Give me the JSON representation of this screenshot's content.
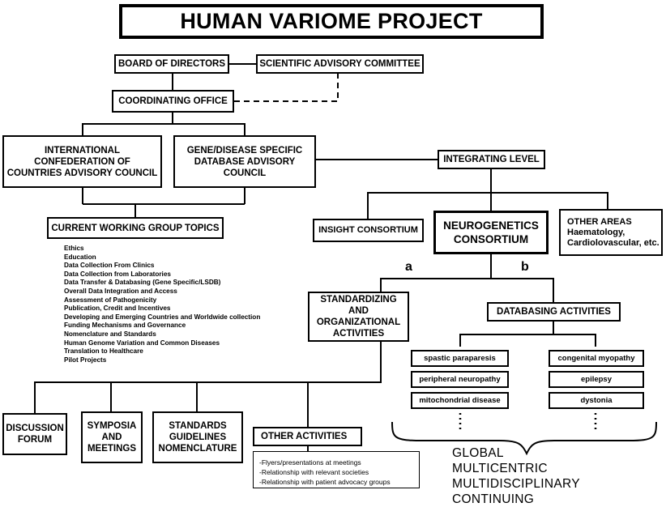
{
  "title": "HUMAN VARIOME PROJECT",
  "board": "BOARD OF DIRECTORS",
  "sac": "SCIENTIFIC ADVISORY COMMITTEE",
  "coordinating": "COORDINATING OFFICE",
  "icc": "INTERNATIONAL\nCONFEDERATION OF\nCOUNTRIES ADVISORY COUNCIL",
  "gdsdac": "GENE/DISEASE SPECIFIC\nDATABASE ADVISORY\nCOUNCIL",
  "integrating": "INTEGRATING LEVEL",
  "insight": "INSIGHT CONSORTIUM",
  "neuro": "NEUROGENETICS\nCONSORTIUM",
  "other_areas": "OTHER AREAS\nHaematology,\nCardiolovascular, etc.",
  "working_group": "CURRENT WORKING GROUP TOPICS",
  "topics": [
    "Ethics",
    "Education",
    "Data Collection From Clinics",
    "Data Collection from Laboratories",
    "Data Transfer & Databasing (Gene Specific/LSDB)",
    "Overall Data Integration and Access",
    "Assessment of Pathogenicity",
    "Publication, Credit and Incentives",
    "Developing and Emerging Countries and Worldwide collection",
    "Funding Mechanisms and Governance",
    "Nomenclature and Standards",
    "Human Genome Variation and Common Diseases",
    "Translation to Healthcare",
    "Pilot Projects"
  ],
  "label_a": "a",
  "label_b": "b",
  "standardizing": "STANDARDIZING AND\nORGANIZATIONAL\nACTIVITIES",
  "databasing": "DATABASING ACTIVITIES",
  "diseases_left": [
    "spastic paraparesis",
    "peripheral neuropathy",
    "mitochondrial disease"
  ],
  "diseases_right": [
    "congenital myopathy",
    "epilepsy",
    "dystonia"
  ],
  "discussion": "DISCUSSION\nFORUM",
  "symposia": "SYMPOSIA\nAND\nMEETINGS",
  "standards": "STANDARDS\nGUIDELINES\nNOMENCLATURE",
  "other_activities": "OTHER ACTIVITIES",
  "activities": [
    "-Flyers/presentations at meetings",
    "-Relationship with relevant societies",
    "-Relationship with patient advocacy groups"
  ],
  "global": [
    "GLOBAL",
    "MULTICENTRIC",
    "MULTIDISCIPLINARY",
    "CONTINUING"
  ]
}
